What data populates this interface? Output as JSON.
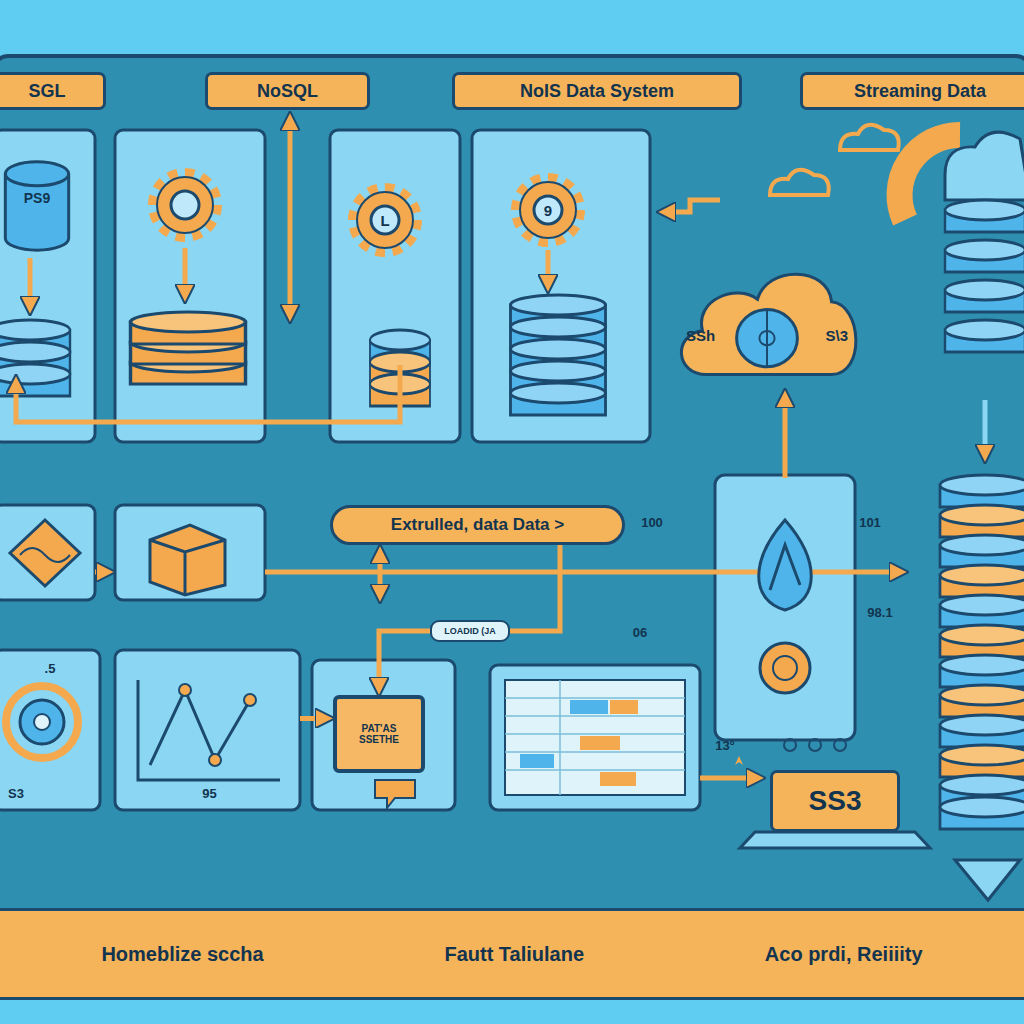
{
  "diagram": {
    "nodes": [
      {
        "text": [
          "SGL"
        ]
      },
      {
        "text": [
          "NoSQL"
        ]
      },
      {
        "text": [
          "NoIS Data System"
        ]
      },
      {
        "text": [
          "Streaming Data"
        ]
      },
      {
        "text": [
          "PS9"
        ]
      },
      {
        "text": [
          "SSh",
          "S\\3"
        ]
      },
      {
        "text": [
          "Extrulled, data Data >"
        ]
      },
      {
        "text": [
          "LOADID (JA"
        ]
      },
      {
        "text": [
          "S3"
        ]
      },
      {
        "text": [
          "95"
        ]
      },
      {
        "text": [
          "PAT'AS SSETHE"
        ]
      },
      {
        "text": [
          "SS3"
        ]
      },
      {
        "text": [
          "Homeblize sccha",
          "Fautt Taliulane",
          "Aco prdi, Reiiiity"
        ]
      }
    ],
    "edges": [
      {
        "from": 9,
        "to": 10,
        "arrow": "to"
      },
      {
        "from": 6,
        "to": 7,
        "arrow": "none"
      },
      {
        "from": 7,
        "to": 10,
        "arrow": "to"
      }
    ],
    "labels": [
      "L",
      "9",
      "100",
      "101",
      "06",
      "98.1",
      ".5",
      "13°"
    ]
  }
}
